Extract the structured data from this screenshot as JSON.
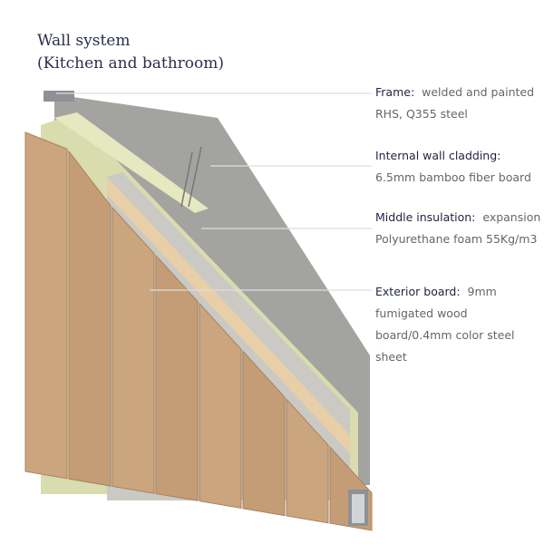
{
  "title": {
    "line1": "Wall system",
    "line2": "(Kitchen and bathroom)"
  },
  "labels": [
    {
      "name": "Frame:",
      "text": "welded and painted RHS, Q355 steel"
    },
    {
      "name": "Internal wall cladding:",
      "text": "6.5mm bamboo fiber board"
    },
    {
      "name": "Middle insulation:",
      "text": "expansion Polyurethane foam 55Kg/m3"
    },
    {
      "name": "Exterior board:",
      "text": "9mm fumigated wood board/0.4mm color steel sheet"
    }
  ],
  "colors": {
    "frame": "#8e9196",
    "cladding": "#a3a3a0",
    "insulation": "#d9dcae",
    "board": "#c9c8c3",
    "wood": "#c9a27a"
  }
}
